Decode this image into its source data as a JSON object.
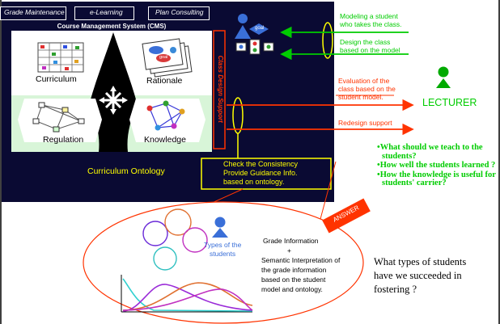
{
  "menu": {
    "grade_maintenance": "Grade Maintenance",
    "e_learning": "e-Learning",
    "plan_consulting": "Plan Consulting"
  },
  "cms": {
    "title": "Course Management System (CMS)",
    "curriculum": "Curriculum",
    "rationale": "Rationale",
    "regulation": "Regulation",
    "knowledge": "Knowledge",
    "goal": "goal",
    "class_design_support": "Class Design Support",
    "ontology": "Curriculum Ontology",
    "consistency_lines": [
      "Check the Consistency",
      "Provide Guidance Info.",
      "based on ontology."
    ]
  },
  "annotations": {
    "modeling": [
      "Modeling a student",
      "who takes the class."
    ],
    "design": [
      "Design the class",
      "based on the model"
    ],
    "evaluation": [
      "Evaluation of the",
      "class based on the",
      "student model."
    ],
    "redesign": "Redesign support"
  },
  "lecturer": "LECTURER",
  "questions": [
    "What should we teach to the students?",
    "How well the students learned ?",
    "How the knowledge is useful for students' carrier?"
  ],
  "answer": "ANSWER",
  "ellipse": {
    "types_of_students": [
      "Types of the",
      "students"
    ],
    "grade_info": [
      "Grade Information",
      "+",
      "Semantic Interpretation of",
      "the grade information",
      "based on the student",
      "model and ontology."
    ]
  },
  "conclusion": [
    "What types of students",
    "have we succeeded in",
    "fostering ?"
  ],
  "colors": {
    "panel_bg": "#0a0a33",
    "accent_green": "#00cc00",
    "accent_red": "#ff3300",
    "answer_bg": "#ff3300",
    "consistency_bg": "#0a0a33",
    "highlight_yellow": "#ffff00",
    "lecturer_green": "#00aa00"
  }
}
